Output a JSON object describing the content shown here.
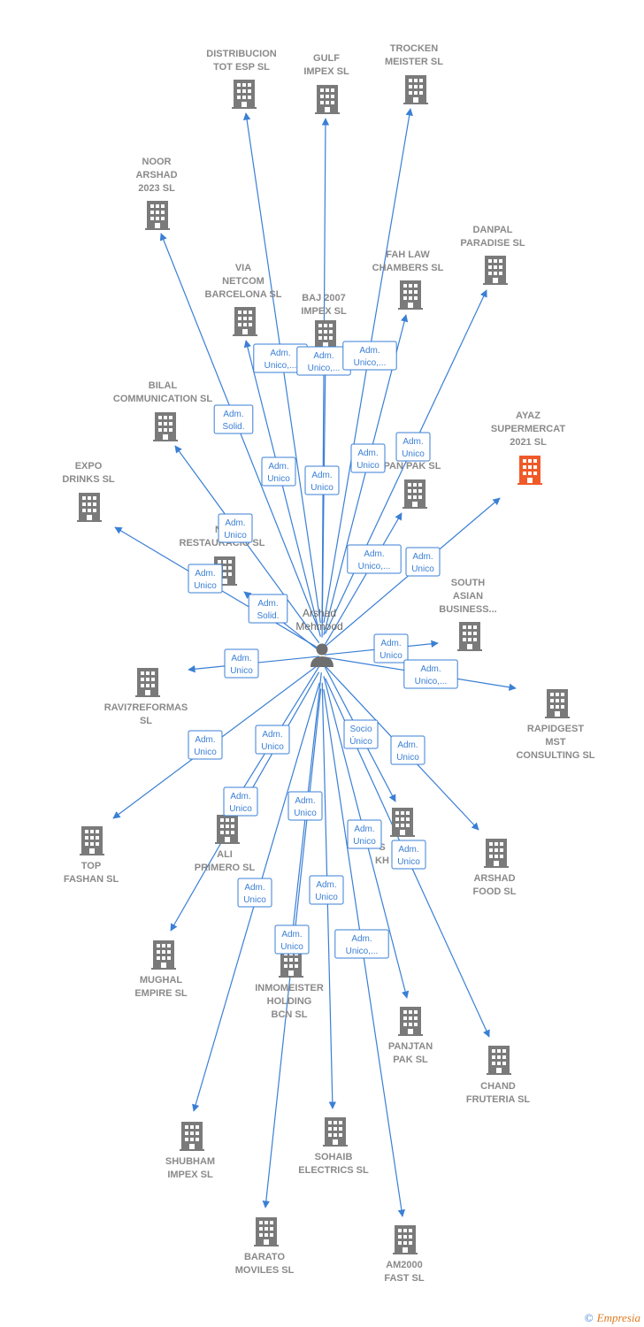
{
  "person": {
    "name": "Arshad Mehmood",
    "lines": [
      "Arshad",
      "Mehmood"
    ]
  },
  "colors": {
    "edge": "#3a7fd5",
    "node": "#7a7a7a",
    "highlight": "#f05a28"
  },
  "companies": [
    {
      "id": "distribucion",
      "lines": [
        "DISTRIBUCION",
        "TOT ESP  SL"
      ],
      "role": [
        "Adm.",
        "Unico,..."
      ]
    },
    {
      "id": "gulf",
      "lines": [
        "GULF",
        "IMPEX SL"
      ],
      "role": [
        "Adm.",
        "Unico,..."
      ]
    },
    {
      "id": "trocken",
      "lines": [
        "TROCKEN",
        "MEISTER SL"
      ],
      "role": [
        "Adm.",
        "Unico,..."
      ]
    },
    {
      "id": "noor",
      "lines": [
        "NOOR",
        "ARSHAD",
        "2023  SL"
      ],
      "role": [
        "Adm.",
        "Solid."
      ]
    },
    {
      "id": "danpal",
      "lines": [
        "DANPAL",
        "PARADISE SL"
      ],
      "role": [
        "Adm.",
        "Unico"
      ]
    },
    {
      "id": "fahlaw",
      "lines": [
        "FAH LAW",
        "CHAMBERS SL"
      ],
      "role": [
        "Adm.",
        "Unico"
      ]
    },
    {
      "id": "via",
      "lines": [
        "VIA",
        "NETCOM",
        "BARCELONA SL"
      ],
      "role": [
        "Adm.",
        "Unico"
      ]
    },
    {
      "id": "baj",
      "lines": [
        "BAJ 2007",
        "IMPEX SL"
      ],
      "role": [
        "Adm.",
        "Unico"
      ]
    },
    {
      "id": "ayaz",
      "lines": [
        "AYAZ",
        "SUPERMERCAT",
        "2021  SL"
      ],
      "role": [
        "Adm.",
        "Unico"
      ],
      "highlight": true
    },
    {
      "id": "bilal",
      "lines": [
        "BILAL",
        "COMMUNICATION SL"
      ],
      "role": [
        "Adm.",
        "Unico"
      ]
    },
    {
      "id": "panpak",
      "lines": [
        "PAN PAK SL"
      ],
      "role": [
        "Adm.",
        "Unico,..."
      ]
    },
    {
      "id": "expo",
      "lines": [
        "EXPO",
        "DRINKS  SL"
      ],
      "role": [
        "Adm.",
        "Unico"
      ]
    },
    {
      "id": "na",
      "lines": [
        "NA",
        "RESTAURACIO SL"
      ],
      "role": [
        "Adm.",
        "Solid."
      ]
    },
    {
      "id": "southasian",
      "lines": [
        "SOUTH",
        "ASIAN",
        "BUSINESS..."
      ],
      "role": [
        "Adm.",
        "Unico"
      ]
    },
    {
      "id": "ravi",
      "lines": [
        "RAVI7REFORMAS",
        "SL"
      ],
      "role": [
        "Adm.",
        "Unico"
      ]
    },
    {
      "id": "rapidgest",
      "lines": [
        "RAPIDGEST",
        "MST",
        "CONSULTING SL"
      ],
      "role": [
        "Adm.",
        "Unico,..."
      ]
    },
    {
      "id": "top",
      "lines": [
        "TOP",
        "FASHAN SL"
      ],
      "role": [
        "Adm.",
        "Unico"
      ]
    },
    {
      "id": "ali",
      "lines": [
        "ALI",
        "PRIMERO SL"
      ],
      "role": [
        "Adm.",
        "Unico"
      ]
    },
    {
      "id": "sk",
      "lines": [
        "S",
        "KH"
      ],
      "role": [
        "Socio",
        "Único"
      ]
    },
    {
      "id": "arshadfood",
      "lines": [
        "ARSHAD",
        "FOOD  SL"
      ],
      "role": [
        "Adm.",
        "Unico"
      ]
    },
    {
      "id": "mughal",
      "lines": [
        "MUGHAL",
        "EMPIRE  SL"
      ],
      "role": [
        "Adm.",
        "Unico"
      ]
    },
    {
      "id": "inmomeister",
      "lines": [
        "INMOMEISTER",
        "HOLDING",
        "BCN SL"
      ],
      "role": [
        "Adm.",
        "Unico"
      ]
    },
    {
      "id": "panjtan",
      "lines": [
        "PANJTAN",
        "PAK SL"
      ],
      "role": [
        "Adm.",
        "Unico"
      ]
    },
    {
      "id": "chand",
      "lines": [
        "CHAND",
        "FRUTERIA SL"
      ],
      "role": [
        "Adm.",
        "Unico"
      ]
    },
    {
      "id": "shubham",
      "lines": [
        "SHUBHAM",
        "IMPEX SL"
      ],
      "role": [
        "Adm.",
        "Unico"
      ]
    },
    {
      "id": "sohaib",
      "lines": [
        "SOHAIB",
        "ELECTRICS SL"
      ],
      "role": [
        "Adm.",
        "Unico"
      ]
    },
    {
      "id": "barato",
      "lines": [
        "BARATO",
        "MOVILES SL"
      ],
      "role": [
        "Adm.",
        "Unico"
      ]
    },
    {
      "id": "am2000",
      "lines": [
        "AM2000",
        "FAST  SL"
      ],
      "role": [
        "Adm.",
        "Unico,..."
      ]
    }
  ],
  "footer": {
    "copyright": "©",
    "brand": "Empresia"
  }
}
